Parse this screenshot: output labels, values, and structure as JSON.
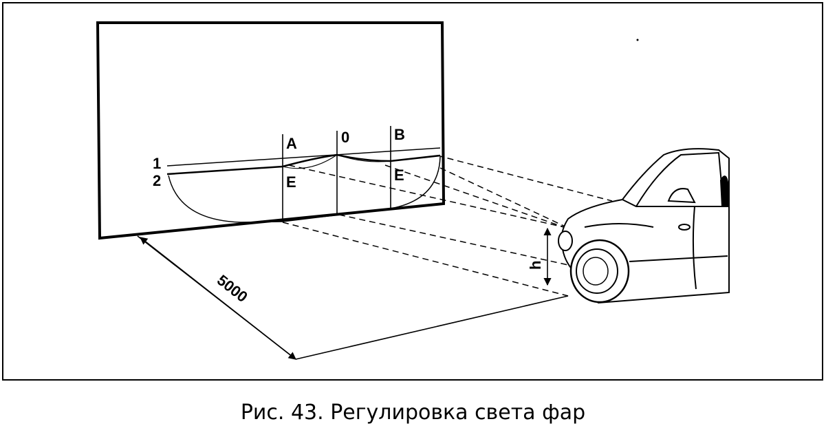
{
  "labels": {
    "line_1": "1",
    "line_2": "2",
    "point_a": "A",
    "point_0": "0",
    "point_b": "B",
    "point_e_left": "E",
    "point_e_right": "E",
    "distance": "5000",
    "height": "h"
  },
  "caption": "Рис. 43. Регулировка света фар",
  "colors": {
    "ink": "#000000",
    "paper": "#ffffff"
  }
}
